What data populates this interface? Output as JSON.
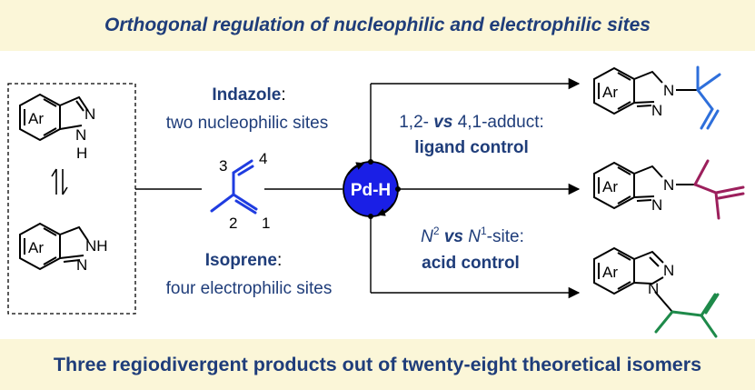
{
  "header": {
    "title": "Orthogonal regulation of nucleophilic and electrophilic sites"
  },
  "footer": {
    "title": "Three regiodivergent products out of twenty-eight theoretical isomers"
  },
  "tautomers": {
    "top": {
      "ring_label": "Ar",
      "n_label": "N",
      "nh_label": "N",
      "h_label": "H"
    },
    "bottom": {
      "ring_label": "Ar",
      "nh_label": "NH",
      "n_label": "N"
    }
  },
  "indazole_text": {
    "title": "Indazole",
    "colon": ":",
    "desc": "two nucleophilic sites"
  },
  "isoprene_text": {
    "title": "Isoprene",
    "colon": ":",
    "desc": "four electrophilic sites"
  },
  "isoprene_numbers": {
    "n1": "1",
    "n2": "2",
    "n3": "3",
    "n4": "4"
  },
  "catalyst": {
    "label": "Pd-H"
  },
  "ligand_text": {
    "line1_a": "1,2-",
    "line1_vs": "vs",
    "line1_b": "4,1-adduct:",
    "line2": "ligand control"
  },
  "acid_text": {
    "n2": "N",
    "n2_sup": "2",
    "vs": "vs",
    "n1": "N",
    "n1_sup": "1",
    "suffix": "-site:",
    "line2": "acid control"
  },
  "products": [
    {
      "ring_label": "Ar",
      "n_top": "N",
      "n_bottom": "N",
      "color": "#2e6fdb"
    },
    {
      "ring_label": "Ar",
      "n_top": "N",
      "n_bottom": "N",
      "color": "#9c1f5c"
    },
    {
      "ring_label": "Ar",
      "n_top": "N",
      "n_bottom": "N",
      "color": "#1e8a4a"
    }
  ],
  "colors": {
    "banner_text": "#1f3d7a",
    "banner_bg": "#fbf6d8",
    "isoprene": "#1f3ce0",
    "catalyst_fill": "#1a1fe6",
    "product1": "#2e6fdb",
    "product2": "#9c1f5c",
    "product3": "#1e8a4a"
  }
}
